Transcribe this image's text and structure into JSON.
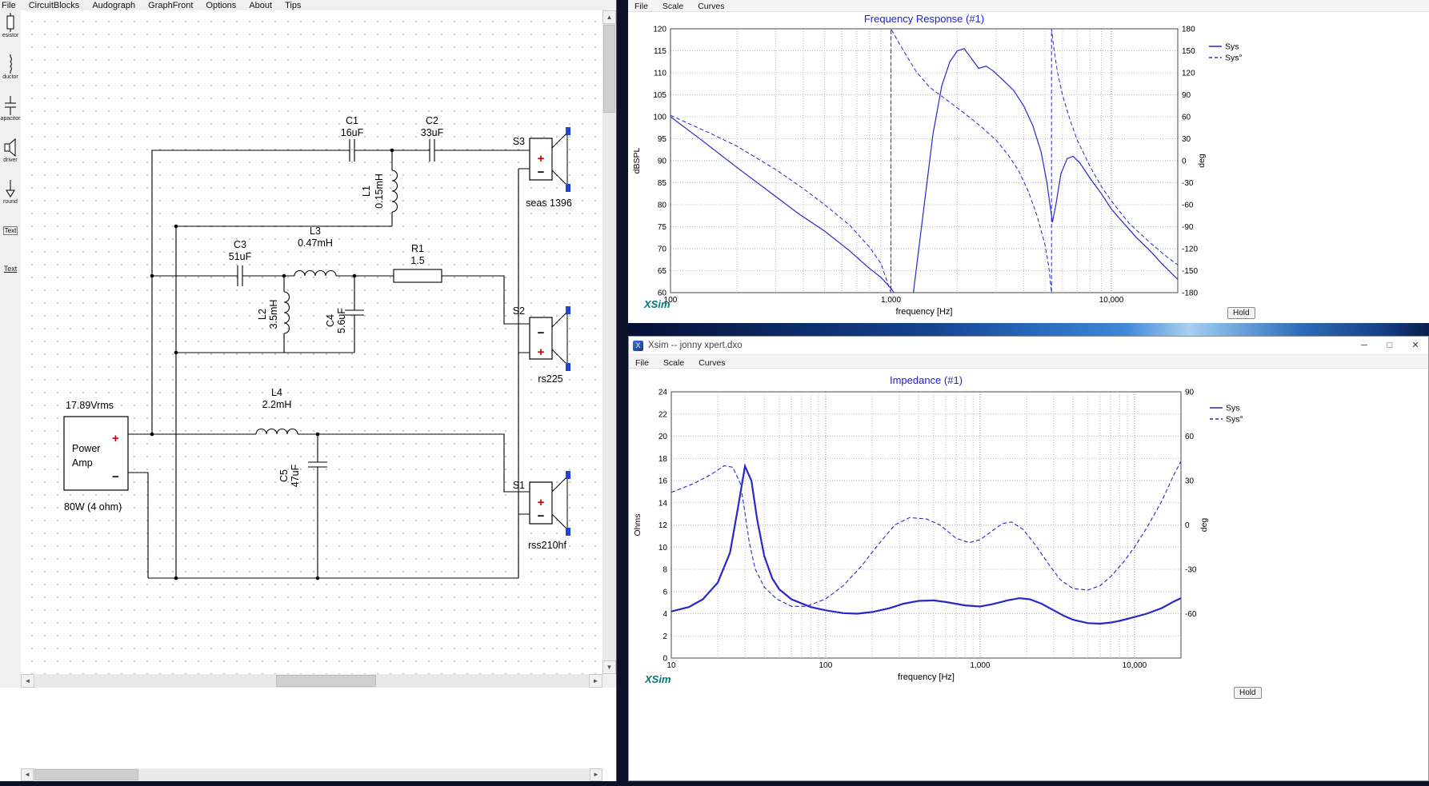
{
  "left_window": {
    "menu": [
      "File",
      "CircuitBlocks",
      "Audograph",
      "GraphFront",
      "Options",
      "About",
      "Tips"
    ],
    "toolbar": [
      {
        "name": "resistor",
        "label": "esistor"
      },
      {
        "name": "inductor",
        "label": "ductor"
      },
      {
        "name": "capacitor",
        "label": "apacitor"
      },
      {
        "name": "driver",
        "label": "driver"
      },
      {
        "name": "ground",
        "label": "round"
      },
      {
        "name": "text-box",
        "label": "Text"
      },
      {
        "name": "text",
        "label": "Text"
      }
    ],
    "schematic": {
      "plus": "+",
      "minus": "−",
      "source": {
        "voltage": "17.89Vrms",
        "line1": "Power",
        "line2": "Amp",
        "power": "80W (4 ohm)"
      },
      "parts": {
        "C1ref": "C1",
        "C1val": "16uF",
        "C2ref": "C2",
        "C2val": "33uF",
        "L1ref": "L1",
        "L1val": "0.15mH",
        "C3ref": "C3",
        "C3val": "51uF",
        "L3ref": "L3",
        "L3val": "0.47mH",
        "R1ref": "R1",
        "R1val": "1.5",
        "L2ref": "L2",
        "L2val": "3.5mH",
        "C4ref": "C4",
        "C4val": "5.6uF",
        "L4ref": "L4",
        "L4val": "2.2mH",
        "C5ref": "C5",
        "C5val": "47uF",
        "S3ref": "S3",
        "S3val": "seas 1396",
        "S2ref": "S2",
        "S2val": "rs225",
        "S1ref": "S1",
        "S1val": "rss210hf"
      }
    }
  },
  "fr_window": {
    "menu": [
      "File",
      "Scale",
      "Curves"
    ],
    "logo": "XSim",
    "hold_label": "Hold"
  },
  "imp_window": {
    "title": "Xsim -- jonny xpert.dxo",
    "icon_glyph": "X",
    "buttons": {
      "minimize": "─",
      "maximize": "□",
      "close": "✕"
    },
    "menu": [
      "File",
      "Scale",
      "Curves"
    ],
    "logo": "XSim",
    "hold_label": "Hold"
  },
  "chart_data": [
    {
      "type": "line",
      "title": "Frequency Response (#1)",
      "xlabel": "frequency [Hz]",
      "ylabel_left": "dBSPL",
      "ylabel_right": "deg",
      "x_scale": "log",
      "xlim": [
        100,
        20000
      ],
      "ylim_left": [
        60,
        120
      ],
      "ylim_right": [
        -180,
        180
      ],
      "grid": true,
      "legend_position": "right",
      "x_ticks": [
        {
          "v": 100,
          "label": "100"
        },
        {
          "v": 1000,
          "label": "1,000"
        },
        {
          "v": 10000,
          "label": "10,000"
        }
      ],
      "y_ticks_left": [
        120,
        115,
        110,
        105,
        100,
        95,
        90,
        85,
        80,
        75,
        70,
        65,
        60
      ],
      "y_ticks_right": [
        180,
        150,
        120,
        90,
        60,
        30,
        0,
        -30,
        -60,
        -90,
        -120,
        -150,
        -180
      ],
      "legend": [
        {
          "label": "Sys",
          "style": "solid"
        },
        {
          "label": "Sys°",
          "style": "dashed"
        }
      ],
      "series": [
        {
          "name": "Sys",
          "axis": "left",
          "style": "solid",
          "width": 1.2,
          "points": [
            [
              100,
              100
            ],
            [
              140,
              94.5
            ],
            [
              200,
              88.5
            ],
            [
              280,
              83
            ],
            [
              380,
              78
            ],
            [
              500,
              74
            ],
            [
              650,
              69.5
            ],
            [
              800,
              65.5
            ],
            [
              900,
              63.5
            ],
            [
              1000,
              61
            ],
            [
              1100,
              58
            ],
            [
              1250,
              58
            ],
            [
              1400,
              78
            ],
            [
              1550,
              96
            ],
            [
              1700,
              107
            ],
            [
              1850,
              112.5
            ],
            [
              2000,
              115
            ],
            [
              2150,
              115.5
            ],
            [
              2300,
              113.5
            ],
            [
              2500,
              111
            ],
            [
              2700,
              111.5
            ],
            [
              2900,
              110.5
            ],
            [
              3200,
              108.5
            ],
            [
              3600,
              106
            ],
            [
              4000,
              102.5
            ],
            [
              4400,
              98
            ],
            [
              4800,
              92
            ],
            [
              5100,
              85
            ],
            [
              5400,
              76
            ],
            [
              5600,
              80
            ],
            [
              5900,
              87
            ],
            [
              6300,
              90.5
            ],
            [
              6700,
              91
            ],
            [
              7200,
              89.5
            ],
            [
              8000,
              86
            ],
            [
              9000,
              82.5
            ],
            [
              10000,
              79
            ],
            [
              11500,
              75.5
            ],
            [
              13000,
              72.5
            ],
            [
              15000,
              69.5
            ],
            [
              17000,
              66.5
            ],
            [
              20000,
              63
            ]
          ]
        },
        {
          "name": "Sys°",
          "axis": "right",
          "style": "dashed",
          "width": 1,
          "points": [
            [
              100,
              62
            ],
            [
              150,
              38
            ],
            [
              200,
              20
            ],
            [
              300,
              -12
            ],
            [
              400,
              -38
            ],
            [
              500,
              -60
            ],
            [
              650,
              -88
            ],
            [
              800,
              -118
            ],
            [
              900,
              -140
            ],
            [
              1000,
              -180
            ],
            [
              1001,
              180
            ],
            [
              1100,
              158
            ],
            [
              1300,
              122
            ],
            [
              1500,
              100
            ],
            [
              1700,
              88
            ],
            [
              2000,
              72
            ],
            [
              2300,
              58
            ],
            [
              2600,
              45
            ],
            [
              3000,
              28
            ],
            [
              3400,
              8
            ],
            [
              3800,
              -14
            ],
            [
              4200,
              -42
            ],
            [
              4600,
              -75
            ],
            [
              5000,
              -115
            ],
            [
              5200,
              -145
            ],
            [
              5350,
              -180
            ],
            [
              5351,
              180
            ],
            [
              5500,
              150
            ],
            [
              5700,
              120
            ],
            [
              6000,
              90
            ],
            [
              6500,
              55
            ],
            [
              7000,
              28
            ],
            [
              8000,
              -8
            ],
            [
              9000,
              -35
            ],
            [
              10000,
              -55
            ],
            [
              12000,
              -85
            ],
            [
              15000,
              -112
            ],
            [
              18000,
              -132
            ],
            [
              20000,
              -142
            ]
          ]
        }
      ]
    },
    {
      "type": "line",
      "title": "Impedance (#1)",
      "xlabel": "frequency [Hz]",
      "ylabel_left": "Ohms",
      "ylabel_right": "deg",
      "x_scale": "log",
      "xlim": [
        10,
        20000
      ],
      "ylim_left": [
        0,
        24
      ],
      "ylim_right": [
        -90,
        90
      ],
      "grid": true,
      "legend_position": "right",
      "x_ticks": [
        {
          "v": 10,
          "label": "10"
        },
        {
          "v": 100,
          "label": "100"
        },
        {
          "v": 1000,
          "label": "1,000"
        },
        {
          "v": 10000,
          "label": "10,000"
        }
      ],
      "y_ticks_left": [
        24,
        22,
        20,
        18,
        16,
        14,
        12,
        10,
        8,
        6,
        4,
        2,
        0
      ],
      "y_ticks_right": [
        90,
        60,
        30,
        0,
        -30,
        -60
      ],
      "legend": [
        {
          "label": "Sys",
          "style": "solid"
        },
        {
          "label": "Sys°",
          "style": "dashed"
        }
      ],
      "series": [
        {
          "name": "Sys",
          "axis": "left",
          "style": "solid",
          "width": 2.2,
          "points": [
            [
              10,
              4.2
            ],
            [
              13,
              4.6
            ],
            [
              16,
              5.3
            ],
            [
              20,
              6.8
            ],
            [
              24,
              9.5
            ],
            [
              27,
              13.5
            ],
            [
              30,
              17.3
            ],
            [
              33,
              16
            ],
            [
              36,
              12.5
            ],
            [
              40,
              9.2
            ],
            [
              45,
              7.2
            ],
            [
              50,
              6.2
            ],
            [
              60,
              5.3
            ],
            [
              80,
              4.6
            ],
            [
              100,
              4.3
            ],
            [
              130,
              4.05
            ],
            [
              160,
              4.0
            ],
            [
              200,
              4.15
            ],
            [
              260,
              4.5
            ],
            [
              320,
              4.9
            ],
            [
              400,
              5.15
            ],
            [
              500,
              5.2
            ],
            [
              600,
              5.05
            ],
            [
              800,
              4.75
            ],
            [
              1000,
              4.65
            ],
            [
              1200,
              4.85
            ],
            [
              1500,
              5.2
            ],
            [
              1800,
              5.4
            ],
            [
              2100,
              5.3
            ],
            [
              2500,
              4.9
            ],
            [
              3000,
              4.3
            ],
            [
              3500,
              3.8
            ],
            [
              4000,
              3.45
            ],
            [
              5000,
              3.15
            ],
            [
              6000,
              3.1
            ],
            [
              7000,
              3.2
            ],
            [
              8000,
              3.35
            ],
            [
              10000,
              3.7
            ],
            [
              12000,
              4.0
            ],
            [
              15000,
              4.5
            ],
            [
              18000,
              5.1
            ],
            [
              20000,
              5.4
            ]
          ]
        },
        {
          "name": "Sys°",
          "axis": "right",
          "style": "dashed",
          "width": 1.1,
          "points": [
            [
              10,
              22
            ],
            [
              14,
              28
            ],
            [
              18,
              34
            ],
            [
              22,
              40
            ],
            [
              25,
              39
            ],
            [
              28,
              28
            ],
            [
              30,
              8
            ],
            [
              32,
              -12
            ],
            [
              35,
              -30
            ],
            [
              40,
              -42
            ],
            [
              48,
              -50
            ],
            [
              60,
              -55
            ],
            [
              75,
              -55
            ],
            [
              100,
              -50
            ],
            [
              130,
              -41
            ],
            [
              170,
              -28
            ],
            [
              220,
              -13
            ],
            [
              280,
              0
            ],
            [
              350,
              5
            ],
            [
              450,
              4
            ],
            [
              550,
              0
            ],
            [
              700,
              -9
            ],
            [
              850,
              -12
            ],
            [
              1000,
              -10
            ],
            [
              1200,
              -4
            ],
            [
              1400,
              1
            ],
            [
              1600,
              2
            ],
            [
              1900,
              -3
            ],
            [
              2300,
              -14
            ],
            [
              2800,
              -27
            ],
            [
              3300,
              -37
            ],
            [
              4000,
              -43
            ],
            [
              5000,
              -44
            ],
            [
              6000,
              -41
            ],
            [
              7000,
              -35
            ],
            [
              8500,
              -25
            ],
            [
              10000,
              -15
            ],
            [
              12000,
              -2
            ],
            [
              15000,
              16
            ],
            [
              18000,
              34
            ],
            [
              20000,
              43
            ]
          ]
        }
      ]
    }
  ]
}
